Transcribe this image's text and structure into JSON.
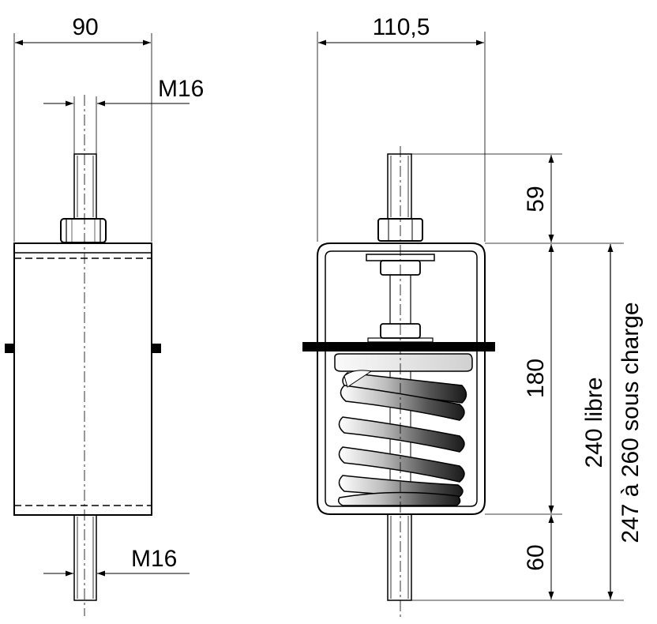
{
  "dimensions": {
    "front_width": "90",
    "thread_top": "M16",
    "thread_bottom": "M16",
    "side_width": "110,5",
    "top_rod_height": "59",
    "body_height": "180",
    "bottom_rod_height": "60",
    "total_free": "240 libre",
    "total_loaded": "247 à 260 sous charge"
  }
}
